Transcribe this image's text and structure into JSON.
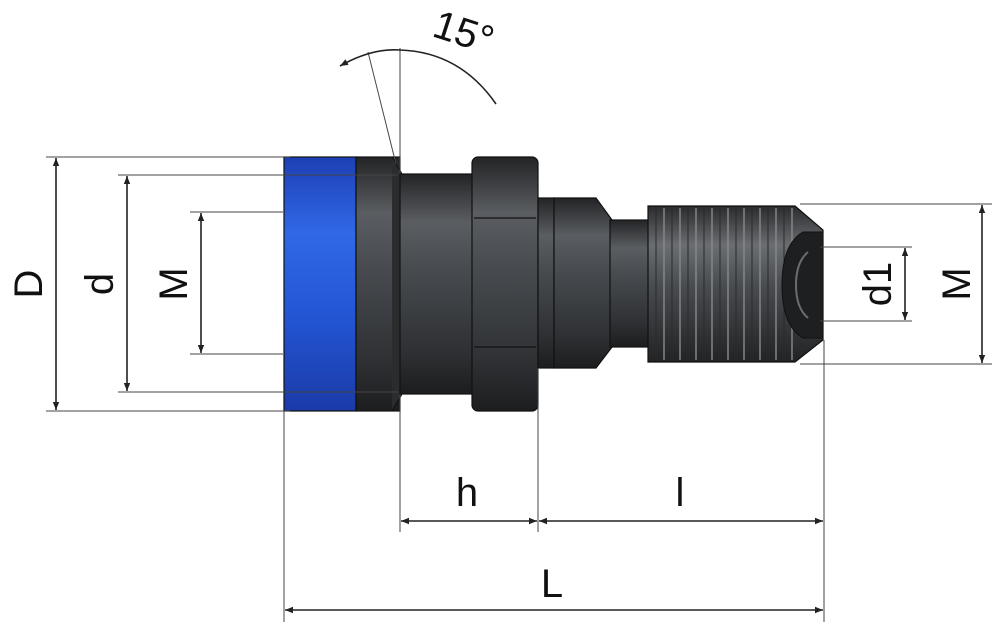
{
  "diagram": {
    "labels": {
      "angle": "15°",
      "D": "D",
      "d": "d",
      "M_left": "M",
      "M_right": "M",
      "d1": "d1",
      "h": "h",
      "l": "l",
      "L": "L"
    },
    "colors": {
      "body_dark": "#3b3d40",
      "body_mid": "#54575b",
      "accent_blue": "#1f4fd0",
      "line": "#222222"
    }
  }
}
